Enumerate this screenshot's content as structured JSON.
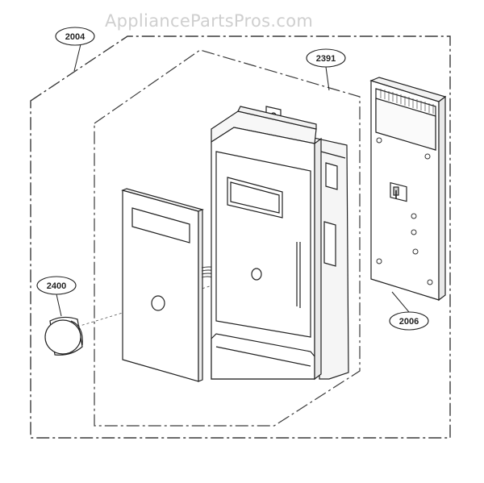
{
  "watermark": "AppliancePartsPros.com",
  "callouts": [
    {
      "id": "outer-assembly",
      "text": "2004"
    },
    {
      "id": "inner-assembly",
      "text": "2391"
    },
    {
      "id": "knob",
      "text": "2400"
    },
    {
      "id": "pcb",
      "text": "2006"
    }
  ],
  "colors": {
    "line": "#2a2a2a",
    "dash": "#3a3a3a",
    "watermark": "#cfcfcf"
  }
}
